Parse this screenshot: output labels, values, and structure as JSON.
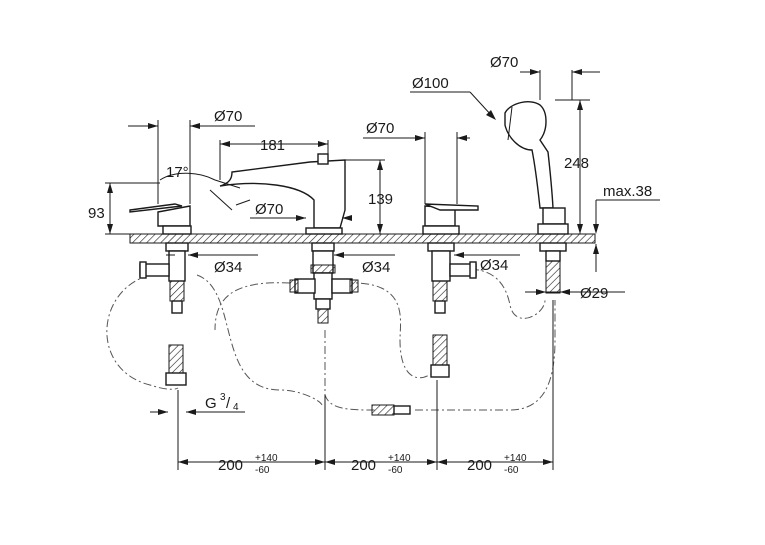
{
  "dimensions": {
    "d70_handshower": "Ø70",
    "d100": "Ø100",
    "d70_top_left": "Ø70",
    "d70_mid": "Ø70",
    "d70_spout": "Ø70",
    "len181": "181",
    "angle17": "17°",
    "h93": "93",
    "h139": "139",
    "h248": "248",
    "max38": "max.38",
    "d34_left": "Ø34",
    "d34_mid": "Ø34",
    "d34_right": "Ø34",
    "d29": "Ø29",
    "thread_g": "G",
    "thread_num": "3",
    "thread_den": "4",
    "spacing1_main": "200",
    "spacing1_plus": "+140",
    "spacing1_minus": "-60",
    "spacing2_main": "200",
    "spacing2_plus": "+140",
    "spacing2_minus": "-60",
    "spacing3_main": "200",
    "spacing3_plus": "+140",
    "spacing3_minus": "-60"
  }
}
